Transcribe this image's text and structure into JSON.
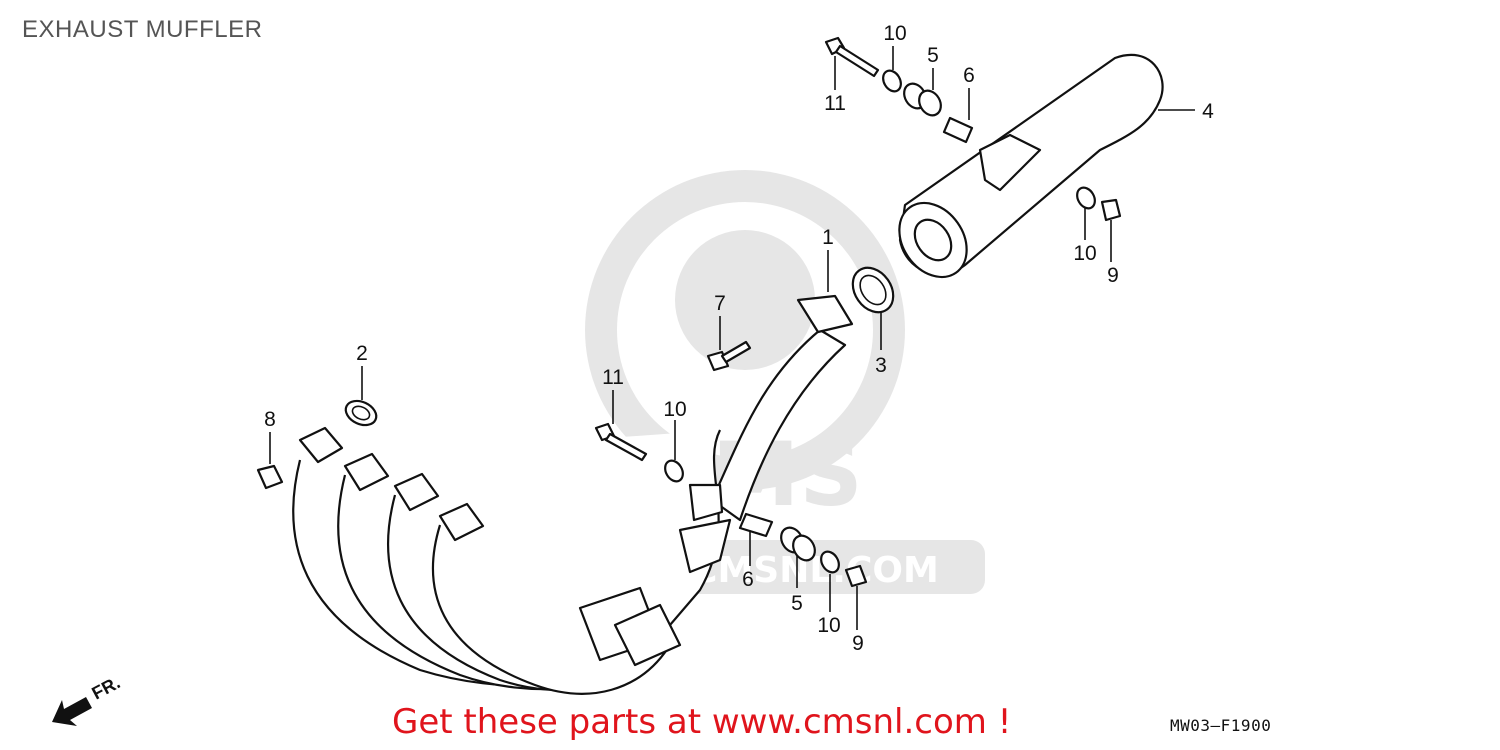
{
  "title": "EXHAUST MUFFLER",
  "promo_text": "Get these parts at www.cmsnl.com !",
  "diagram_code": "MW03–F1900",
  "direction_label": "FR.",
  "watermark": {
    "brand": "CMS",
    "url": "WWW.CMSNL.COM"
  },
  "callouts": [
    "1",
    "2",
    "3",
    "4",
    "5",
    "5",
    "6",
    "6",
    "7",
    "8",
    "9",
    "9",
    "10",
    "10",
    "10",
    "10",
    "11",
    "11"
  ],
  "colors": {
    "promo": "#e0141c",
    "lines": "#111111",
    "watermark": "#e2e2e2"
  }
}
